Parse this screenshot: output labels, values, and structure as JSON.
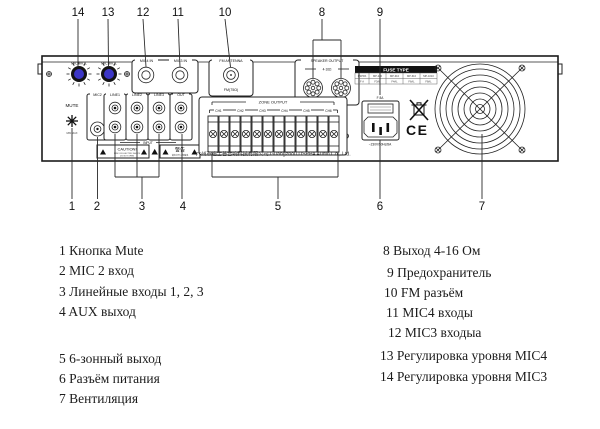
{
  "colors": {
    "knob_center": "#3c36c6"
  },
  "panel": {
    "knob_labels": [
      "MIC4VOL",
      "MIC3VOL"
    ],
    "mute": {
      "label": "MUTE",
      "range": "MIN MAX"
    },
    "mic2_label": "MIC2",
    "rca_group_labels": [
      "LINE1",
      "LINE2",
      "LINE3",
      "OUT"
    ],
    "input_label": "INPUT",
    "caution": {
      "title": "CAUTION!",
      "line1": "RISK OF ELECTRIC SHOCK",
      "line2": "DO NOT OPEN"
    },
    "warning": {
      "title": "警告",
      "sub": "请勿打开,以免触电"
    },
    "mic_in_labels": [
      "MIC4 IN",
      "MIC3 IN"
    ],
    "fm": {
      "label": "FM ANTENNA",
      "sub": "FM(75Ω)"
    },
    "speaker": {
      "label": "SPEAKER OUTPUT",
      "impedance": "4-16Ω"
    },
    "zone": {
      "label": "ZONE OUTPUT",
      "channels": [
        "CH1",
        "CH2",
        "CH3",
        "CH4",
        "CH5",
        "CH6"
      ]
    },
    "fuse_table": {
      "title": "FUSE TYPE",
      "row1": [
        "DSPPA",
        "MP-240",
        "MP-310",
        "MP-610",
        "MP-1010"
      ],
      "row2": [
        "F A",
        "F3AL",
        "F4AL",
        "F6AL",
        "F8AL"
      ]
    },
    "power": {
      "fuse_label": "F 8A",
      "rating": "~230V/50Hz/8A"
    },
    "ce_mark": "CE",
    "company": "广州市迪士普音响科技有限公司  Guangzhou DSPPA Audio Co., Ltd."
  },
  "callouts": {
    "top": [
      "14",
      "13",
      "12",
      "11",
      "10",
      "8",
      "9"
    ],
    "bottom": [
      "1",
      "2",
      "3",
      "4",
      "5",
      "6",
      "7"
    ]
  },
  "legend": {
    "left": [
      "1 Кнопка Mute",
      "2 MIC 2 вход",
      "3 Линейные входы 1, 2, 3",
      "4 AUX выход",
      "5 6-зонный выход",
      "6 Разъём питания",
      "7 Вентиляция"
    ],
    "right": [
      "8 Выход 4-16 Ом",
      "9 Предохранитель",
      "10 FM разъём",
      "11 MIC4 входы",
      "12 MIC3 входыа",
      "13 Регулировка уровня MIC4",
      "14 Регулировка уровня MIC3"
    ]
  }
}
